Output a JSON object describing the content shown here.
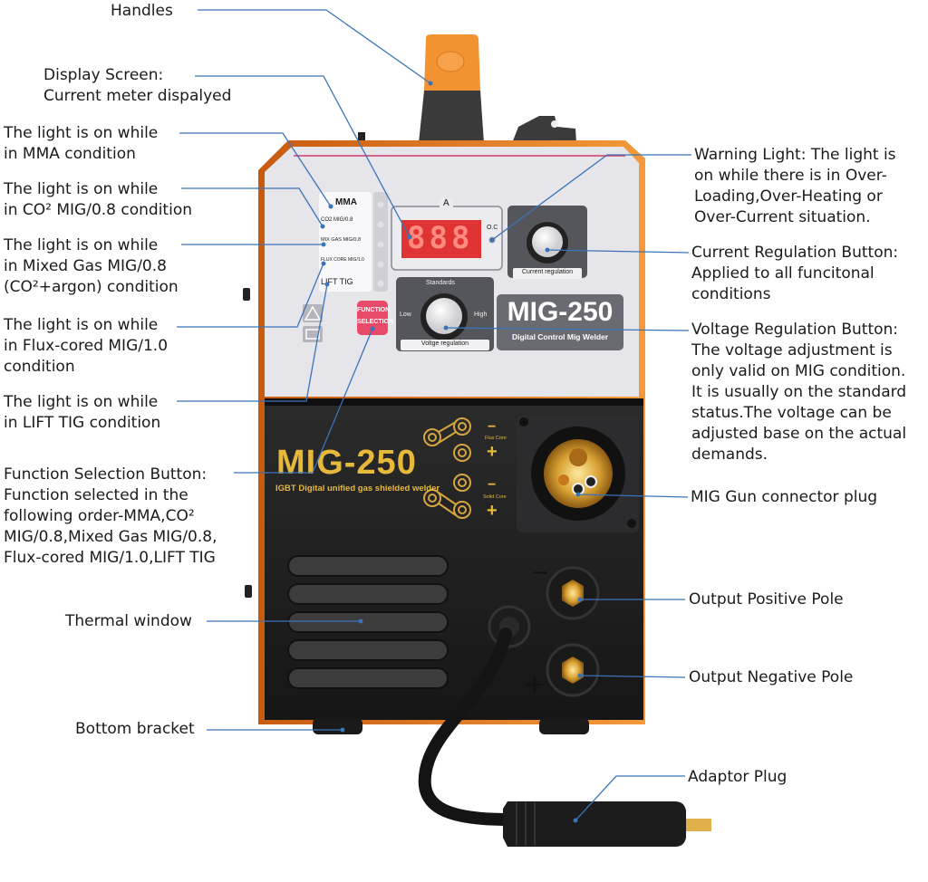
{
  "colors": {
    "callout_line": "#3a74b8",
    "body_orange": "#f08a1c",
    "panel_grey": "#e6e6ea",
    "front_black": "#222222",
    "gold": "#e7b93a",
    "led_red": "#ff3b30"
  },
  "left_callouts": [
    {
      "id": "handles",
      "text": "Handles"
    },
    {
      "id": "display",
      "text": "Display Screen:\nCurrent meter dispalyed"
    },
    {
      "id": "mma",
      "text": "The light is on while\nin MMA condition"
    },
    {
      "id": "co2",
      "text": "The light is on while\nin CO² MIG/0.8 condition"
    },
    {
      "id": "mixed",
      "text": "The light is on while\nin Mixed Gas MIG/0.8\n(CO²+argon) condition"
    },
    {
      "id": "flux",
      "text": "The light is on while\nin Flux-cored MIG/1.0\ncondition"
    },
    {
      "id": "lift",
      "text": "The light is on while\nin LIFT TIG condition"
    },
    {
      "id": "function",
      "text": "Function Selection Button:\nFunction selected in the\nfollowing order-MMA,CO²\nMIG/0.8,Mixed Gas MIG/0.8,\nFlux-cored MIG/1.0,LIFT TIG"
    },
    {
      "id": "thermal",
      "text": "Thermal window"
    },
    {
      "id": "bracket",
      "text": "Bottom bracket"
    }
  ],
  "right_callouts": [
    {
      "id": "warning",
      "text": "Warning Light: The light is\non while there is in Over-\nLoading,Over-Heating or\nOver-Current situation."
    },
    {
      "id": "current",
      "text": "Current Regulation Button:\nApplied to all funcitonal\nconditions"
    },
    {
      "id": "voltage",
      "text": "Voltage Regulation Button:\nThe voltage adjustment is\nonly valid on MIG condition.\nIt is usually on the standard\nstatus.The voltage can be\nadjusted base on the actual\ndemands."
    },
    {
      "id": "gun",
      "text": "MIG Gun connector plug"
    },
    {
      "id": "positive",
      "text": "Output Positive Pole"
    },
    {
      "id": "negative",
      "text": "Output Negative Pole"
    },
    {
      "id": "adaptor",
      "text": "Adaptor Plug"
    }
  ],
  "panel": {
    "modes": [
      "MMA",
      "CO2 MIG/0.8",
      "MIX GAS MIG/0.8",
      "FLUX CORE MIG/1.0",
      "LIFT TIG"
    ],
    "meter_unit": "A",
    "meter_display": "888",
    "oc_label": "O.C",
    "function_button": "FUNCTION\nSELECTION",
    "current_label": "Current regulation",
    "voltage_label": "Voltge regulation",
    "voltage_standard": "Standards",
    "voltage_low": "Low",
    "voltage_high": "High",
    "model": "MIG-250",
    "model_sub": "Digital Control Mig Welder"
  },
  "front": {
    "model": "MIG-250",
    "model_sub": "IGBT Digital unified gas shielded welder",
    "flux_label": "Flux Core",
    "solid_label": "Solid Core",
    "minus": "−",
    "plus": "+"
  }
}
